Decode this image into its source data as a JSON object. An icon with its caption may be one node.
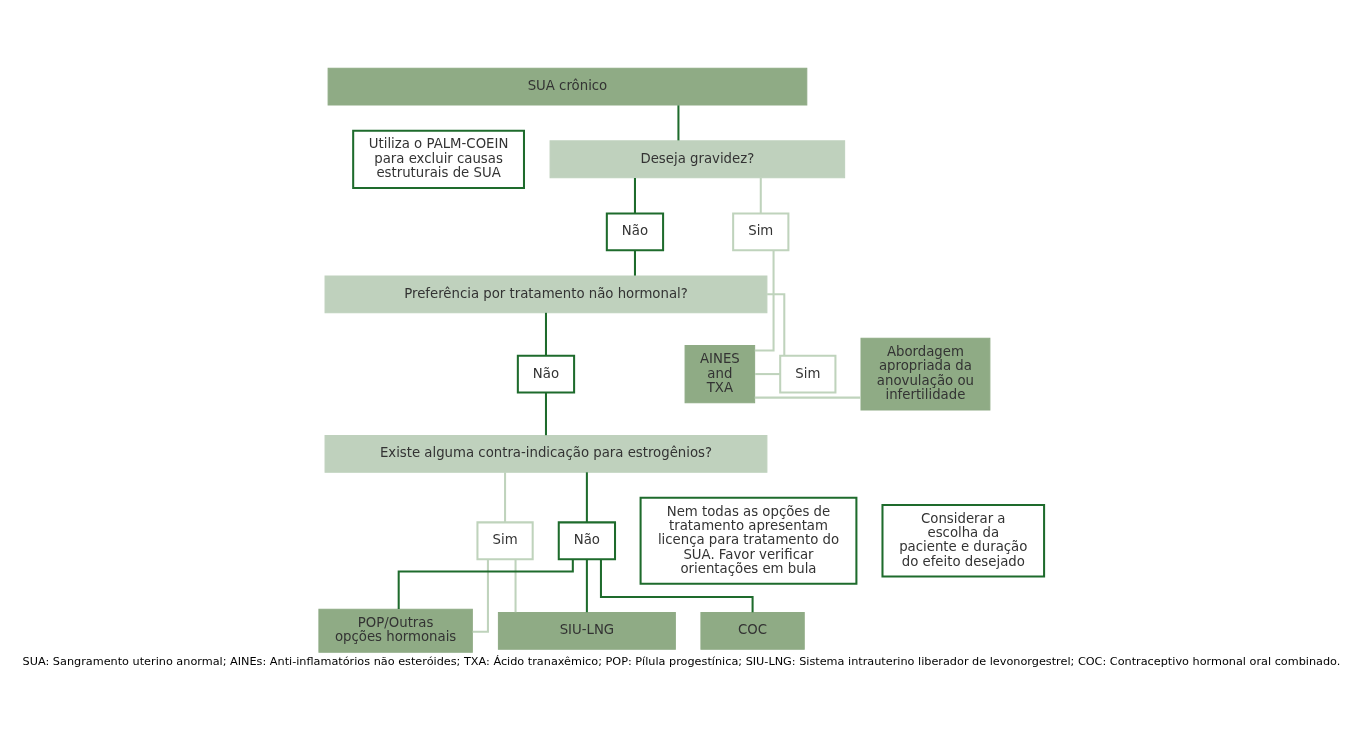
{
  "diagram": {
    "caption": "SUA: Sangramento uterino anormal; AINEs: Anti-inflamatórios não esteróides; TXA: Ácido tranaxêmico; POP: Pílula progestínica; SIU-LNG: Sistema intrauterino liberador de levonorgestrel; COC: Contraceptivo hormonal oral combinado.",
    "nodes": [
      {
        "text": [
          "SUA crônico"
        ]
      },
      {
        "text": [
          "Utiliza o PALM-COEIN para excluir causas estruturais de SUA"
        ]
      },
      {
        "text": [
          "Deseja gravidez?"
        ]
      },
      {
        "text": [
          "Não"
        ]
      },
      {
        "text": [
          "Sim"
        ]
      },
      {
        "text": [
          "Preferência por tratamento não hormonal?"
        ]
      },
      {
        "text": [
          "Abordagem apropriada da anovulação ou infertilidade"
        ]
      },
      {
        "text": [
          "AINES and TXA"
        ]
      },
      {
        "text": [
          "Sim"
        ]
      },
      {
        "text": [
          "Não"
        ]
      },
      {
        "text": [
          "Existe alguma contra-indicação para estrogênios?"
        ]
      },
      {
        "text": [
          "Nem todas as opções de tratamento apresentam licença para tratamento do SUA. Favor verificar orientações em bula"
        ]
      },
      {
        "text": [
          "Considerar a escolha da paciente e duração do efeito desejado"
        ]
      },
      {
        "text": [
          "Sim"
        ]
      },
      {
        "text": [
          "Não"
        ]
      },
      {
        "text": [
          "SIU-LNG"
        ]
      },
      {
        "text": [
          "POP/Outras opções hormonais"
        ]
      },
      {
        "text": [
          "COC"
        ]
      }
    ],
    "edges": [
      {
        "from": 0,
        "to": 2,
        "arrow": "none"
      },
      {
        "from": 2,
        "to": 4,
        "arrow": "none",
        "color": "#bfd3bc"
      },
      {
        "from": 4,
        "to": 7,
        "arrow": "none",
        "color": "#bfd3bc"
      },
      {
        "from": 7,
        "to": 6,
        "arrow": "none",
        "color": "#bfd3bc"
      },
      {
        "from": 2,
        "to": 3,
        "arrow": "none"
      },
      {
        "from": 3,
        "to": 5,
        "arrow": "none"
      },
      {
        "from": 7,
        "to": 8,
        "arrow": "none",
        "color": "#bfd3bc"
      },
      {
        "from": 8,
        "to": 5,
        "arrow": "none",
        "color": "#bfd3bc"
      },
      {
        "from": 5,
        "to": 9,
        "arrow": "none"
      },
      {
        "from": 9,
        "to": 10,
        "arrow": "none"
      },
      {
        "from": 10,
        "to": 13,
        "arrow": "none",
        "color": "#bfd3bc"
      },
      {
        "from": 10,
        "to": 14,
        "arrow": "none"
      },
      {
        "from": 13,
        "to": 15,
        "arrow": "none",
        "color": "#bfd3bc"
      },
      {
        "from": 13,
        "to": 16,
        "arrow": "none",
        "color": "#bfd3bc"
      },
      {
        "from": 14,
        "to": 15,
        "arrow": "none"
      },
      {
        "from": 14,
        "to": 16,
        "arrow": "none"
      },
      {
        "from": 14,
        "to": 17,
        "arrow": "none"
      }
    ]
  }
}
